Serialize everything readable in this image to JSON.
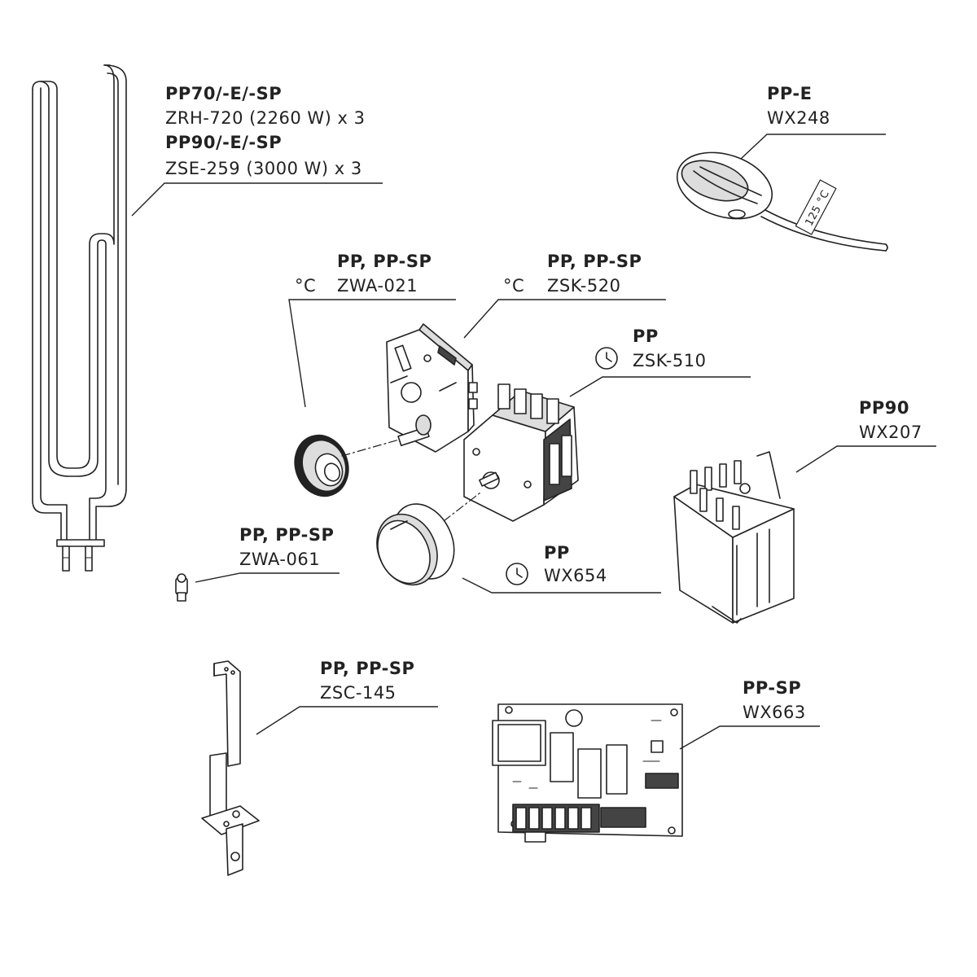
{
  "callouts": {
    "heating_element": {
      "model_a": "PP70/-E/-SP",
      "part_a": "ZRH-720 (2260 W) x 3",
      "model_b": "PP90/-E/-SP",
      "part_b": "ZSE-259 (3000 W) x 3"
    },
    "temperature_limiter": {
      "model": "PP-E",
      "part": "WX248",
      "sensor_marking": "125 °C"
    },
    "thermostat_knob": {
      "model": "PP, PP-SP",
      "unit": "°C",
      "part": "ZWA-021"
    },
    "thermostat": {
      "model": "PP, PP-SP",
      "unit": "°C",
      "part": "ZSK-520"
    },
    "timer": {
      "model": "PP",
      "part": "ZSK-510"
    },
    "contactor": {
      "model": "PP90",
      "part": "WX207"
    },
    "sensor_holder": {
      "model": "PP, PP-SP",
      "part": "ZWA-061"
    },
    "timer_knob": {
      "model": "PP",
      "part": "WX654"
    },
    "mounting_bracket": {
      "model": "PP, PP-SP",
      "part": "ZSC-145"
    },
    "circuit_board": {
      "model": "PP-SP",
      "part": "WX663"
    }
  },
  "icons": {
    "thermostat_unit": "degree-celsius-symbol",
    "timer_symbol": "clock-icon"
  }
}
